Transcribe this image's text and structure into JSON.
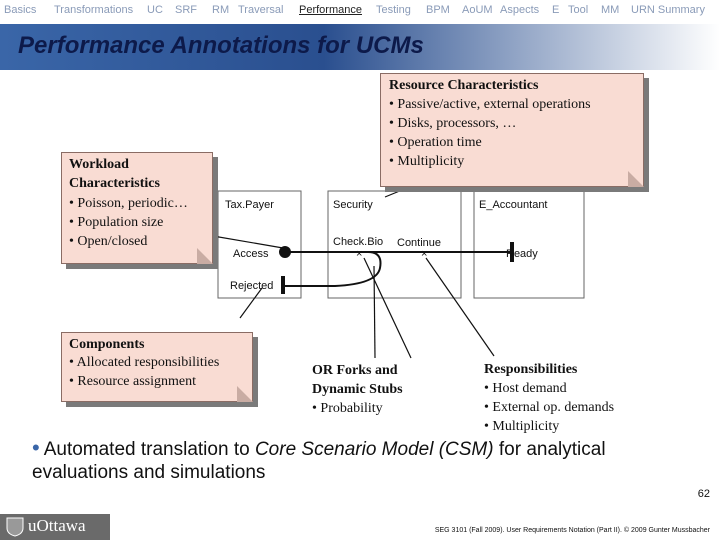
{
  "nav": {
    "items": [
      "Basics",
      "Transformations",
      "UC",
      "SRF",
      "RM",
      "Traversal",
      "Performance",
      "Testing",
      "BPM",
      "AoUM",
      "Aspects",
      "E",
      "Tool",
      "MM",
      "URN Summary"
    ],
    "active": "Performance"
  },
  "title": "Performance Annotations for UCMs",
  "notes": {
    "resource": {
      "heading": "Resource Characteristics",
      "lines": [
        "• Passive/active, external operations",
        "• Disks, processors, …",
        "• Operation time",
        "• Multiplicity"
      ]
    },
    "workload": {
      "heading_line1": "Workload",
      "heading_line2": "Characteristics",
      "lines": [
        "• Poisson, periodic…",
        "• Population size",
        "• Open/closed"
      ]
    },
    "components": {
      "heading": "Components",
      "lines": [
        "• Allocated responsibilities",
        "• Resource assignment"
      ]
    }
  },
  "plain_notes": {
    "orforks": {
      "heading_line1": "OR Forks and",
      "heading_line2": "Dynamic Stubs",
      "lines": [
        "• Probability"
      ]
    },
    "responsibilities": {
      "heading": "Responsibilities",
      "lines": [
        "• Host demand",
        "• External op. demands",
        "• Multiplicity"
      ]
    }
  },
  "ucm": {
    "components": [
      "Tax.Payer",
      "Security",
      "E_Accountant"
    ],
    "labels": {
      "access": "Access",
      "rejected": "Rejected",
      "checkbio": "Check.Bio",
      "continue": "Continue",
      "ready": "Ready"
    }
  },
  "main_text": {
    "part1": "Automated translation to ",
    "italic": "Core Scenario Model (CSM)",
    "part2": " for analytical evaluations and simulations"
  },
  "footer": {
    "page": "62",
    "logo": "uOttawa",
    "course": "SEG 3101 (Fall 2009).   User Requirements Notation (Part II).   © 2009 Gunter Mussbacher"
  },
  "colors": {
    "note_fill": "#f9dcd3",
    "title_blue": "#3a66a8",
    "title_text": "#0d1a4a"
  }
}
